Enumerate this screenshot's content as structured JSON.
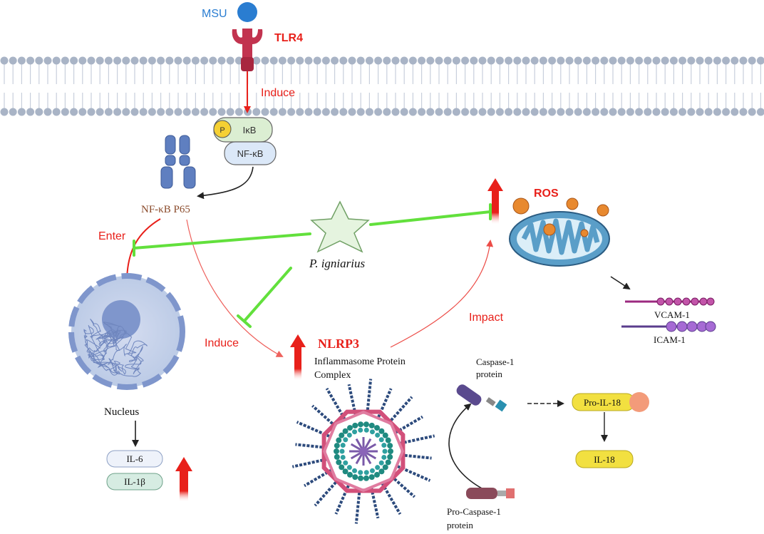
{
  "labels": {
    "msu": "MSU",
    "tlr4": "TLR4",
    "induce_top": "Induce",
    "p": "P",
    "ikb": "IκB",
    "nfkb": "NF-κB",
    "nfkb_p65": "NF-κB P65",
    "enter": "Enter",
    "p_igniarius": "P. igniarius",
    "ros": "ROS",
    "vcam1": "VCAM-1",
    "icam1": "ICAM-1",
    "impact": "Impact",
    "induce_mid": "Induce",
    "nlrp3": "NLRP3",
    "inflammasome_line1": "Inflammasome Protein",
    "inflammasome_line2": "Complex",
    "caspase_line1": "Caspase-1",
    "caspase_line2": "protein",
    "pro_il18": "Pro-IL-18",
    "il18": "IL-18",
    "nucleus": "Nucleus",
    "il6": "IL-6",
    "il1b": "IL-1β",
    "procaspase_line1": "Pro-Caspase-1",
    "procaspase_line2": "protein"
  },
  "colors": {
    "membrane": "#a9b4c6",
    "red": "#e8201a",
    "inhibit_green": "#62e03c",
    "tlr4": "#c2334f",
    "msu": "#2a7dd1",
    "brown_label": "#8a4a2a"
  }
}
